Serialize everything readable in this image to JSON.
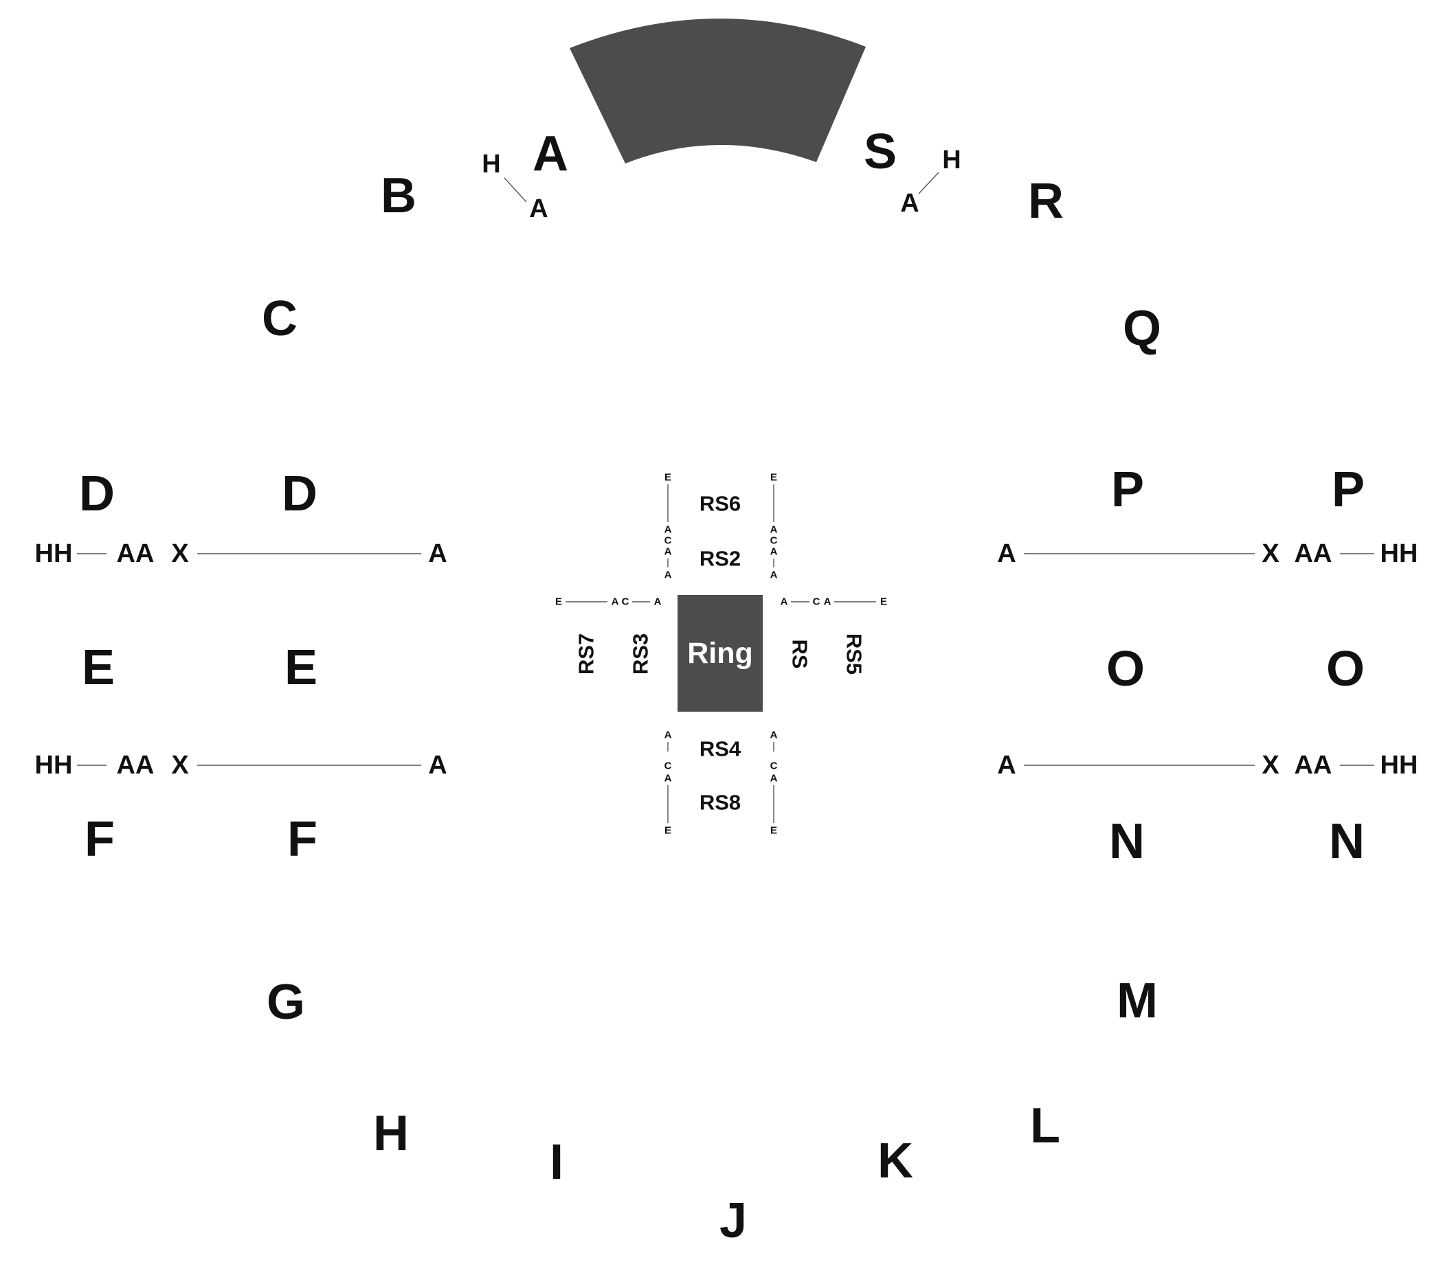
{
  "map": {
    "colors": {
      "shade": "#4c4c4c",
      "text": "#111111",
      "line": "#555555",
      "ring_text": "#ffffff"
    },
    "stage_block": {
      "name": "stage",
      "label": ""
    },
    "ring": {
      "label": "Ring"
    },
    "outer_sections": {
      "A": "A",
      "B": "B",
      "C": "C",
      "D_outer": "D",
      "D_inner": "D",
      "E_outer": "E",
      "E_inner": "E",
      "F_outer": "F",
      "F_inner": "F",
      "G": "G",
      "H": "H",
      "I": "I",
      "J": "J",
      "K": "K",
      "L": "L",
      "M": "M",
      "N_inner": "N",
      "N_outer": "N",
      "O_inner": "O",
      "O_outer": "O",
      "P_inner": "P",
      "P_outer": "P",
      "Q": "Q",
      "R": "R",
      "S": "S"
    },
    "stage_side_small": {
      "left_h": "H",
      "left_a": "A",
      "right_h": "H",
      "right_a": "A"
    },
    "floor_rows": {
      "left_top": {
        "hh": "HH",
        "aa": "AA",
        "x": "X",
        "a": "A"
      },
      "left_bottom": {
        "hh": "HH",
        "aa": "AA",
        "x": "X",
        "a": "A"
      },
      "right_top": {
        "a": "A",
        "x": "X",
        "aa": "AA",
        "hh": "HH"
      },
      "right_bottom": {
        "a": "A",
        "x": "X",
        "aa": "AA",
        "hh": "HH"
      }
    },
    "ringside": {
      "top_outer": "RS6",
      "top_inner": "RS2",
      "bottom_inner": "RS4",
      "bottom_outer": "RS8",
      "left_outer": "RS7",
      "left_inner": "RS3",
      "right_inner": "RS",
      "right_outer": "RS5"
    },
    "ringside_row_letters": {
      "e": "E",
      "a": "A",
      "c": "C"
    }
  }
}
